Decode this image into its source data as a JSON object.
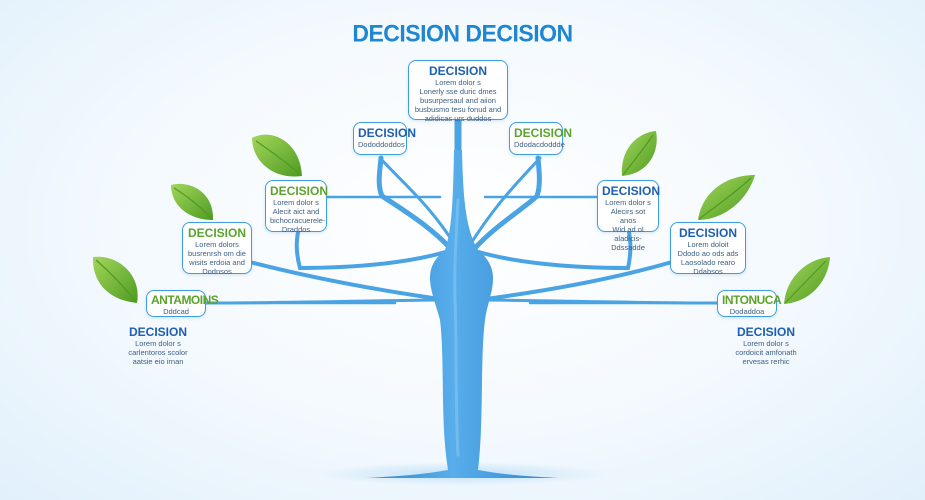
{
  "title": "DECISION DECISION",
  "nodes": {
    "top": {
      "heading": "DECISION",
      "body": "Lorem dolor s\nLonerly sse duric dmes\nbusurpersaul and aiion\nbusbusmo tesu fonud and\nadidicas urs duddos"
    },
    "upper_left": {
      "heading": "DECISION",
      "body": "Dododdoddos"
    },
    "upper_right": {
      "heading": "DECISION",
      "body": "Ddodacdoddde"
    },
    "mid_left": {
      "heading": "DECISION",
      "body": "Lorem dolor s\nAlecit aict and\nbichocracuerele-\nDraddos"
    },
    "mid_right": {
      "heading": "DECISION",
      "body": "Lorem dolor s\nAlecirs sot anos\nWid ad ol aladicis-\nDdssadde"
    },
    "low_left": {
      "heading": "DECISION",
      "body": "Lorem dolors\nbusrenrsh om die\nwisits erdoia and\nDodnsos"
    },
    "low_right": {
      "heading": "DECISION",
      "body": "Lorem doloit\nDdodo ao ods ads\nLaosolado rearo\nDdabsos"
    },
    "far_left": {
      "heading": "ANTAMOINS",
      "body": "Dddcad"
    },
    "far_right": {
      "heading": "INTONUCA",
      "body": "Dodaddoa"
    },
    "free_left": {
      "heading": "DECISION",
      "body": "Lorem dolor s\ncarlentoros scolor\naatsie eio irnan"
    },
    "free_right": {
      "heading": "DECISION",
      "body": "Lorem dolor s\ncordoicit amfonath\nervesas rerhic"
    }
  },
  "colors": {
    "trunk": "#3f9be0",
    "trunk_dark": "#2f84cf",
    "branch": "#4aa3e3",
    "title": "#1f86d1",
    "leaf": "#7cc040",
    "leaf_dark": "#4f9b22"
  }
}
